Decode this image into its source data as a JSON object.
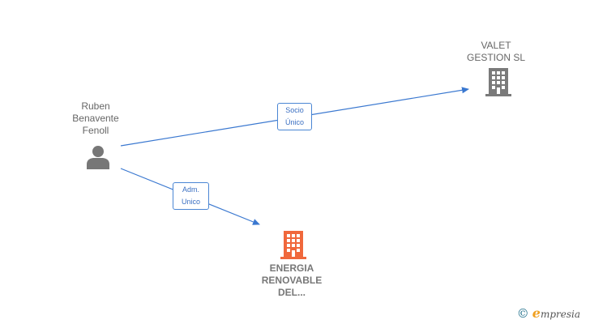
{
  "nodes": {
    "person": {
      "line1": "Ruben",
      "line2": "Benavente",
      "line3": "Fenoll",
      "icon": "person-icon",
      "color": "#777777"
    },
    "valet": {
      "line1": "VALET",
      "line2": "GESTION SL",
      "icon": "building-icon",
      "color": "#7a7a7a"
    },
    "energia": {
      "line1": "ENERGIA",
      "line2": "RENOVABLE",
      "line3": "DEL...",
      "icon": "building-icon",
      "color": "#f0683c"
    }
  },
  "edges": {
    "socio": {
      "line1": "Socio",
      "line2": "Único"
    },
    "adm": {
      "line1": "Adm.",
      "line2": "Unico"
    }
  },
  "edge_color": "#3a78d0",
  "footer": {
    "symbol": "©",
    "brand_initial": "e",
    "brand_rest": "mpresia"
  }
}
